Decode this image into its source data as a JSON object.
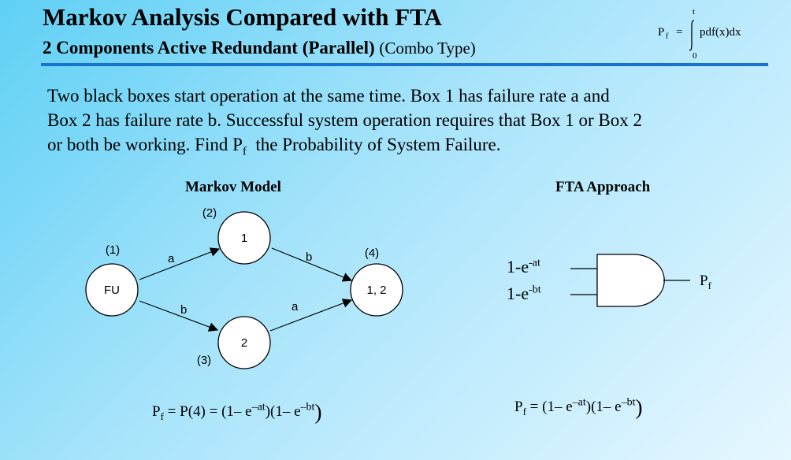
{
  "title": "Markov Analysis Compared with FTA",
  "subtitle": "2 Components Active Redundant (Parallel)",
  "subtitle_note": "(Combo Type)",
  "corner_formula": {
    "lhs": "P",
    "lhs_sub": "f",
    "eq": "=",
    "upper": "t",
    "lower": "0",
    "integrand": "pdf(x)dx"
  },
  "intro": {
    "line1": "Two black boxes start operation at the same time. Box 1 has failure rate a and",
    "line2": "Box 2 has failure rate b. Successful system operation requires that Box 1 or Box 2",
    "line3_pre": "or both be working. Find P",
    "line3_sub": "f",
    "line3_post": "  the Probability of System Failure."
  },
  "markov": {
    "header": "Markov Model",
    "states": [
      {
        "id": "1",
        "label": "FU",
        "number": "(1)"
      },
      {
        "id": "2",
        "label": "1",
        "number": "(2)"
      },
      {
        "id": "3",
        "label": "2",
        "number": "(3)"
      },
      {
        "id": "4",
        "label": "1, 2",
        "number": "(4)"
      }
    ],
    "transitions": [
      {
        "from": "FU",
        "to": "1",
        "label": "a"
      },
      {
        "from": "FU",
        "to": "2",
        "label": "b"
      },
      {
        "from": "1",
        "to": "1, 2",
        "label": "b"
      },
      {
        "from": "2",
        "to": "1, 2",
        "label": "a"
      }
    ],
    "formula": {
      "p": "P",
      "sub": "f",
      "mid": " = P(4) = (1– e",
      "exp1": "–at",
      "mid2": ")(1– e",
      "exp2": "–bt",
      "end": ")"
    }
  },
  "fta": {
    "header": "FTA Approach",
    "input1": {
      "base": "1-e",
      "exp": "-at"
    },
    "input2": {
      "base": "1-e",
      "exp": "-bt"
    },
    "output": {
      "base": "P",
      "sub": "f"
    },
    "formula": {
      "p": "P",
      "sub": "f",
      "mid": " = (1– e",
      "exp1": "–at",
      "mid2": ")(1– e",
      "exp2": "–bt",
      "end": ")"
    }
  }
}
